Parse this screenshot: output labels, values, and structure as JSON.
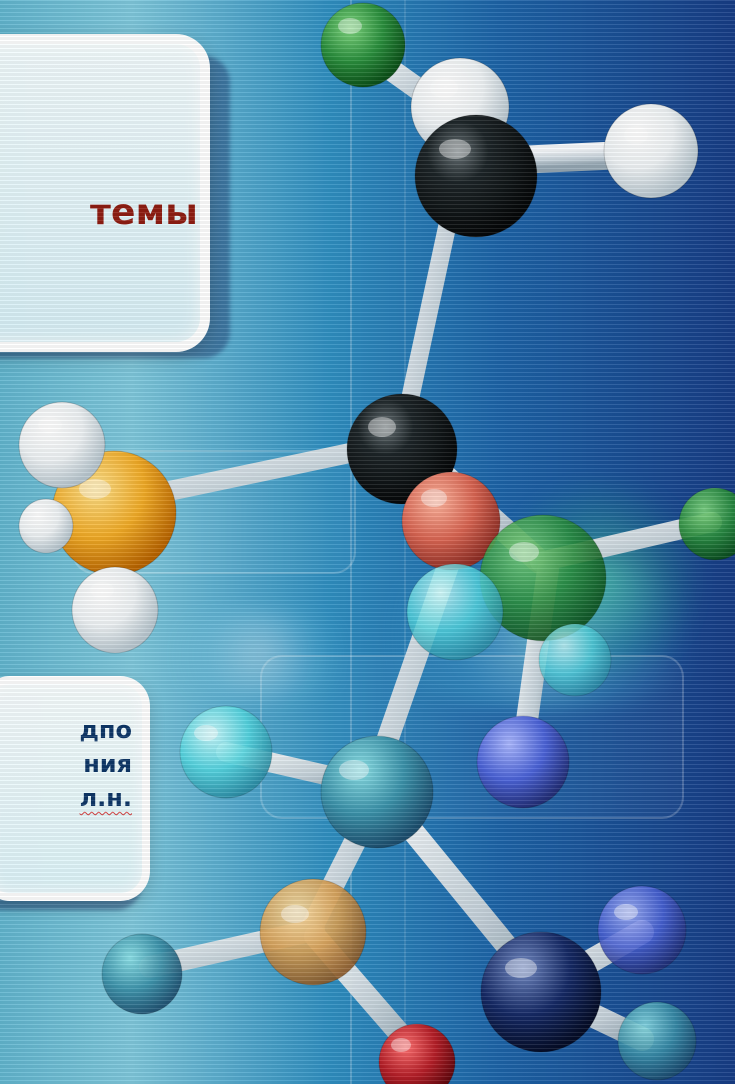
{
  "top_card": {
    "title": "темы"
  },
  "bottom_card": {
    "lines": [
      "дпо",
      "ния",
      "л.н."
    ]
  },
  "icons": {
    "molecule": "molecule-icon"
  },
  "colors": {
    "title": "#8f1d12",
    "body_text": "#0e3667",
    "panel": "#e9f8fb",
    "background_left": "#7fc8dc",
    "background_right": "#173d86"
  }
}
